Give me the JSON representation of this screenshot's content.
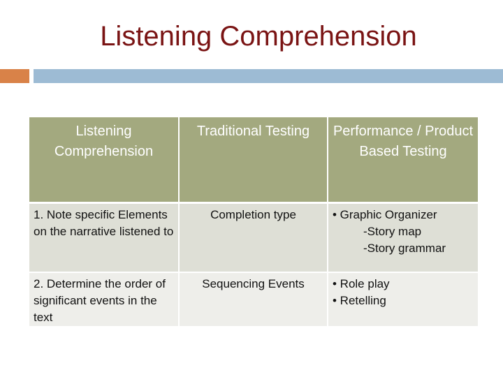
{
  "title": "Listening Comprehension",
  "colors": {
    "title": "#7a1414",
    "accent_orange": "#d98248",
    "accent_blue": "#9dbbd4",
    "header_bg": "#a3a97f",
    "row1_bg": "#dedfd6",
    "row2_bg": "#eeeeea"
  },
  "table": {
    "headers": [
      "Listening Comprehension",
      "Traditional Testing",
      "Performance / Product Based Testing"
    ],
    "rows": [
      {
        "skill": "1. Note specific Elements on the narrative listened to",
        "traditional": "Completion type",
        "performance": {
          "bullet": "• Graphic Organizer",
          "subitems": [
            "-Story map",
            "-Story grammar"
          ]
        }
      },
      {
        "skill": "2. Determine the order of significant events in the text",
        "traditional": "Sequencing Events",
        "performance": {
          "items": [
            "• Role play",
            "• Retelling"
          ]
        }
      }
    ]
  }
}
